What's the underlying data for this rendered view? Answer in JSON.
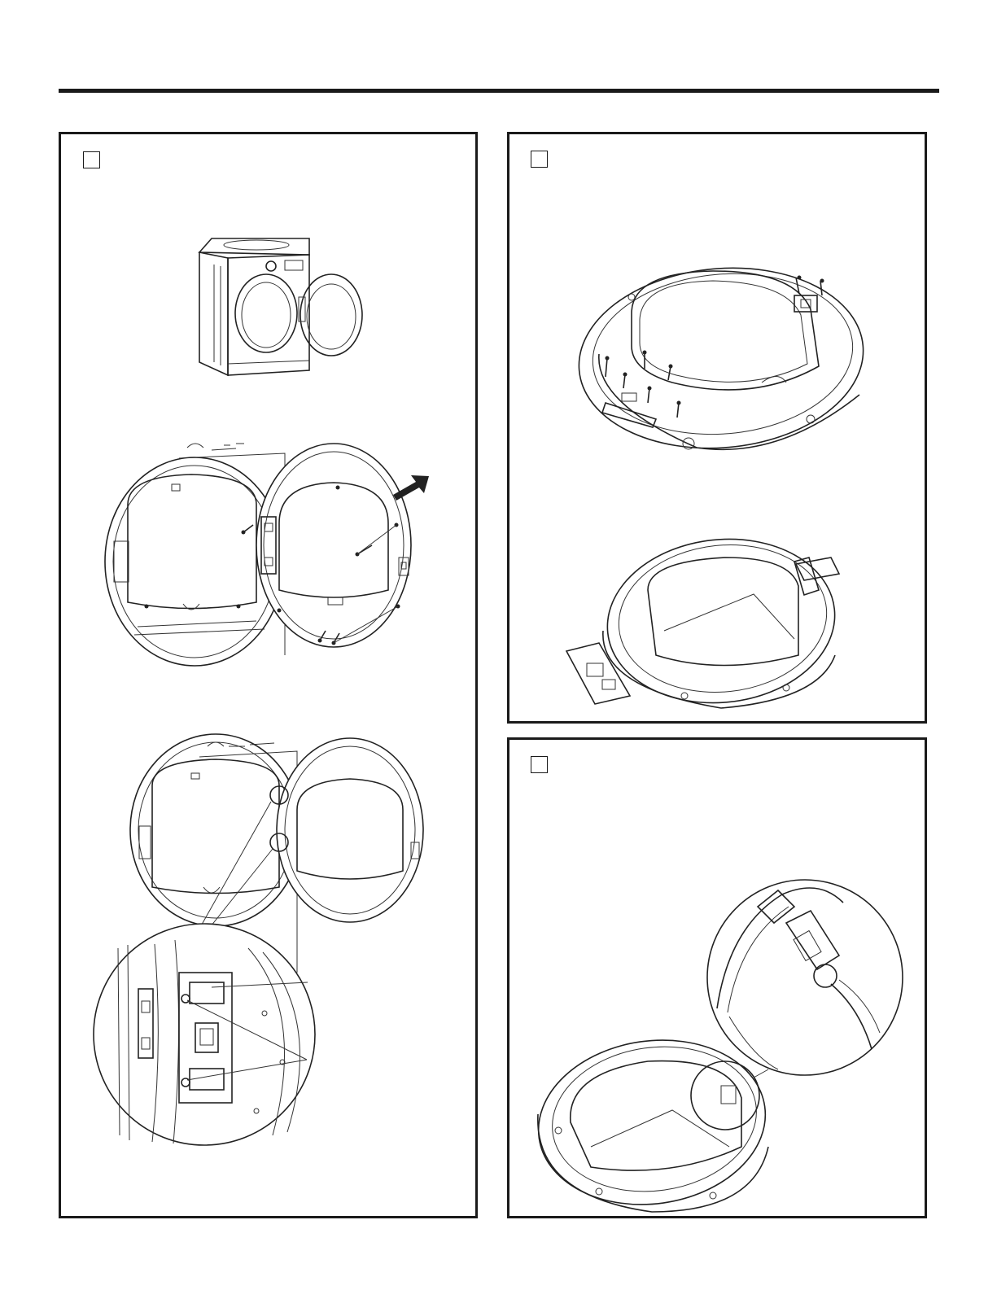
{
  "page": {
    "header_rule": true
  },
  "panels": [
    {
      "id": "panel-left",
      "step_number": ""
    },
    {
      "id": "panel-top-right",
      "step_number": ""
    },
    {
      "id": "panel-bottom-right",
      "step_number": ""
    }
  ],
  "icons": {
    "arrow": "arrow-up-right-icon",
    "screw": "screw-icon"
  },
  "colors": {
    "line": "#1a1a1a",
    "background": "#ffffff"
  }
}
